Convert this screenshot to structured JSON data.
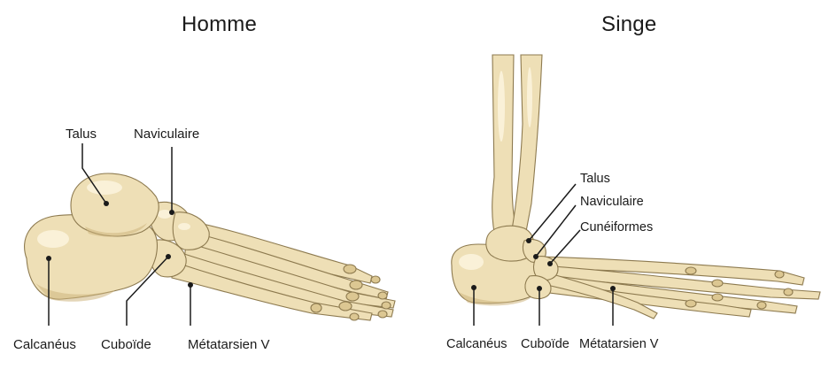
{
  "human": {
    "title": "Homme",
    "labels": {
      "talus": "Talus",
      "navicular": "Naviculaire",
      "calcaneus": "Calcanéus",
      "cuboid": "Cuboïde",
      "metatarsal": "Métatarsien V"
    }
  },
  "ape": {
    "title": "Singe",
    "labels": {
      "talus": "Talus",
      "navicular": "Naviculaire",
      "cuneiforms": "Cunéiformes",
      "calcaneus": "Calcanéus",
      "cuboid": "Cuboïde",
      "metatarsal": "Métatarsien V"
    }
  }
}
